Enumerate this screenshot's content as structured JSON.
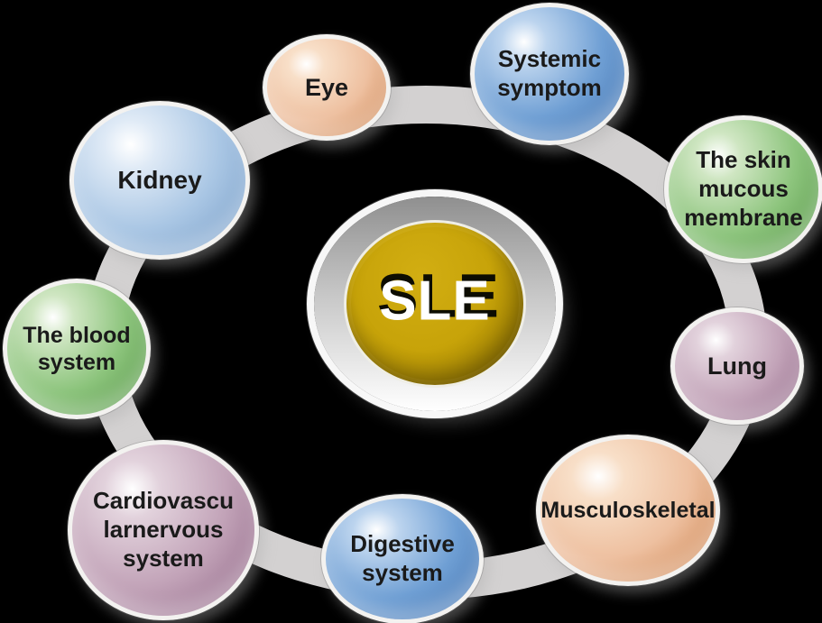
{
  "background": "#000000",
  "ring": {
    "color": "#d3d1d1"
  },
  "center": {
    "label": "SLE",
    "text_color": "#ffffff",
    "gold": "#c7a309",
    "gold_dark": "#7c6502",
    "silver_top": "#8f8f8f",
    "silver_bottom": "#ffffff"
  },
  "nodes": [
    {
      "id": "eye",
      "label": "Eye",
      "palette": "peach"
    },
    {
      "id": "systemic-symptom",
      "label": "Systemic\nsymptom",
      "palette": "blue"
    },
    {
      "id": "skin-mucous-membrane",
      "label": "The skin\nmucous\nmembrane",
      "palette": "green"
    },
    {
      "id": "lung",
      "label": "Lung",
      "palette": "mauve"
    },
    {
      "id": "musculoskeletal",
      "label": "Musculoskeletal",
      "palette": "peach"
    },
    {
      "id": "digestive-system",
      "label": "Digestive\nsystem",
      "palette": "blue"
    },
    {
      "id": "cardiovascular-nervous-system",
      "label": "Cardiovascu\nlarnervous\nsystem",
      "palette": "mauve"
    },
    {
      "id": "blood-system",
      "label": "The blood\nsystem",
      "palette": "green"
    },
    {
      "id": "kidney",
      "label": "Kidney",
      "palette": "blue_light"
    }
  ],
  "palette": {
    "blue": {
      "light": "#bcd4ee",
      "mid": "#6f9fd4",
      "edge": "#4a7ab5"
    },
    "blue_light": {
      "light": "#dfeaf6",
      "mid": "#a9c6e4",
      "edge": "#7fa3cb"
    },
    "green": {
      "light": "#cfe6c2",
      "mid": "#8cc47c",
      "edge": "#5d9c4e"
    },
    "peach": {
      "light": "#f8dfc8",
      "mid": "#eec0a0",
      "edge": "#d08a58"
    },
    "mauve": {
      "light": "#e2d2dc",
      "mid": "#c2a3b8",
      "edge": "#98708e"
    }
  },
  "text_color": "#1a1a1a"
}
